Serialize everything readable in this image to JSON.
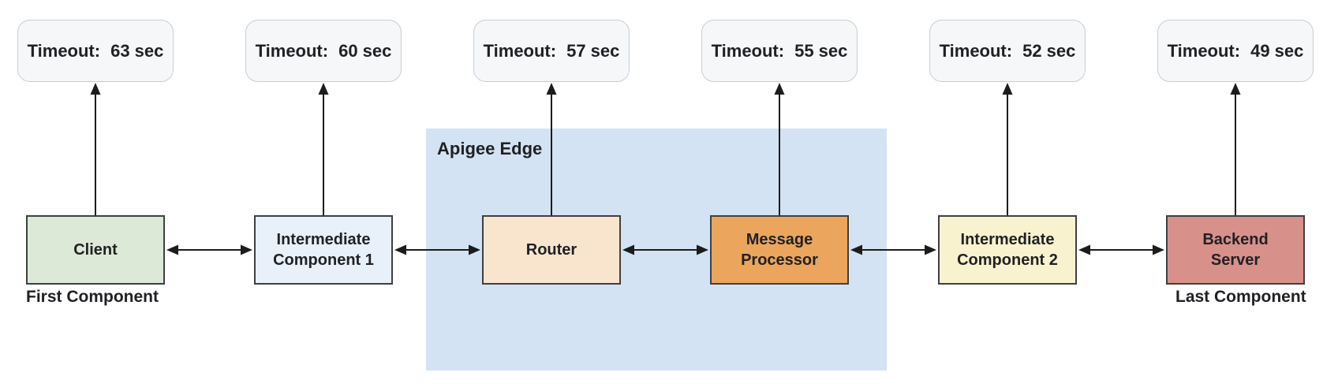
{
  "diagram": {
    "region": {
      "label": "Apigee Edge",
      "fill": "#d4e3f3"
    },
    "columns": [
      {
        "id": "client",
        "timeout_label": "Timeout:",
        "timeout_value": "63 sec",
        "box_lines": [
          "Client"
        ],
        "fill": "#dde9d7",
        "caption": "First Component",
        "in_region": false
      },
      {
        "id": "intermediate-component-1",
        "timeout_label": "Timeout:",
        "timeout_value": "60 sec",
        "box_lines": [
          "Intermediate",
          "Component 1"
        ],
        "fill": "#e8f0f9",
        "in_region": false
      },
      {
        "id": "router",
        "timeout_label": "Timeout:",
        "timeout_value": "57 sec",
        "box_lines": [
          "Router"
        ],
        "fill": "#f9e5ce",
        "in_region": true
      },
      {
        "id": "message-processor",
        "timeout_label": "Timeout:",
        "timeout_value": "55 sec",
        "box_lines": [
          "Message",
          "Processor"
        ],
        "fill": "#eca55d",
        "in_region": true
      },
      {
        "id": "intermediate-component-2",
        "timeout_label": "Timeout:",
        "timeout_value": "52 sec",
        "box_lines": [
          "Intermediate",
          "Component 2"
        ],
        "fill": "#f9f2cf",
        "in_region": false
      },
      {
        "id": "backend-server",
        "timeout_label": "Timeout:",
        "timeout_value": "49 sec",
        "box_lines": [
          "Backend",
          "Server"
        ],
        "fill": "#d8908b",
        "caption": "Last Component",
        "in_region": false
      }
    ],
    "colors": {
      "pill_fill": "#f5f7f9",
      "pill_border": "#c9ced3",
      "box_border": "#3c4043",
      "arrow": "#1c1c1c",
      "text": "#202124",
      "region_fill": "#d4e3f3"
    }
  }
}
